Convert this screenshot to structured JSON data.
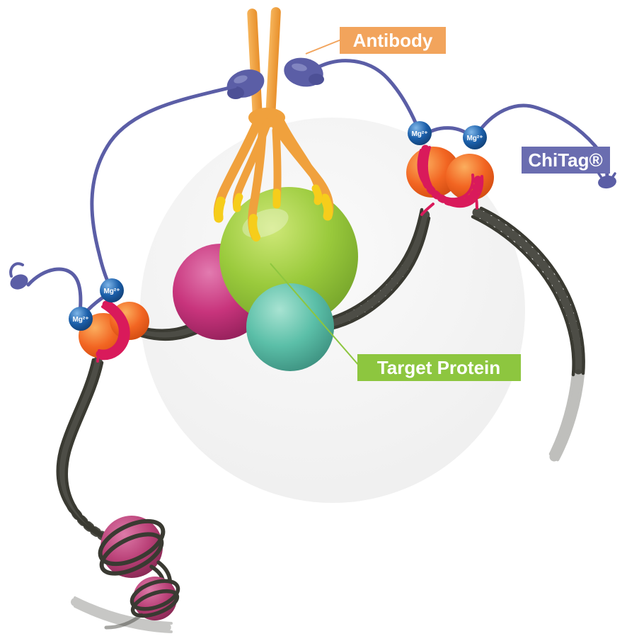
{
  "figure": {
    "alt": "Diagram of ChiTag reagents linked to an antibody capturing a target protein on chromatin DNA with nucleosomes"
  },
  "labels": {
    "antibody": "Antibody",
    "chitag": "ChiTag®",
    "target_protein": "Target Protein",
    "mg_ion": "Mg²⁺"
  },
  "colors": {
    "antibody_label_bg": "#F2A45C",
    "chitag_label_bg": "#6A6DB0",
    "target_protein_label_bg": "#8DC63F",
    "label_text": "#FFFFFF",
    "antibody_body": "#F0A13D",
    "antibody_tip": "#F6CD1B",
    "linker_blue": "#5B5EA6",
    "mg_ball_blue": "#1B5FAA",
    "chitag_enzyme_orange": "#F26522",
    "chitag_dna_red": "#D91A5B",
    "genomic_dna_dark": "#3A3A32",
    "protein_green": "#9ACA3C",
    "protein_magenta": "#C8347C",
    "protein_teal": "#5BBFA8",
    "nucleosome_magenta": "#B94077",
    "background_circle": "#F1F1F1"
  }
}
